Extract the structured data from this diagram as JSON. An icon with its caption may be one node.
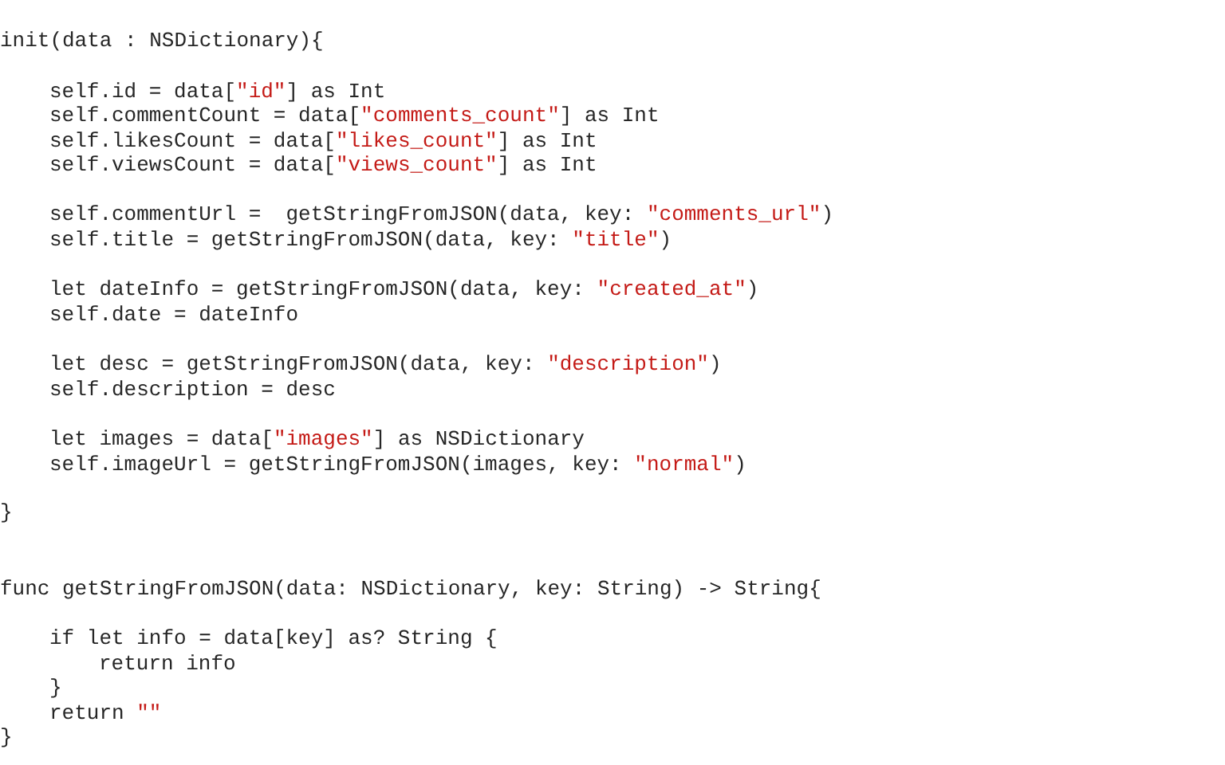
{
  "diagram": {
    "labels": [
      "init(data : NSDictionary){",
      "self.id = data[\"id\"] as Int",
      "self.commentCount = data[\"comments_count\"] as Int",
      "self.likesCount = data[\"likes_count\"] as Int",
      "self.viewsCount = data[\"views_count\"] as Int",
      "self.commentUrl =  getStringFromJSON(data, key: \"comments_url\")",
      "self.title = getStringFromJSON(data, key: \"title\")",
      "let dateInfo = getStringFromJSON(data, key: \"created_at\")",
      "self.date = dateInfo",
      "let desc = getStringFromJSON(data, key: \"description\")",
      "self.description = desc",
      "let images = data[\"images\"] as NSDictionary",
      "self.imageUrl = getStringFromJSON(images, key: \"normal\")",
      "}",
      "func getStringFromJSON(data: NSDictionary, key: String) -> String{",
      "if let info = data[key] as? String {",
      "return info",
      "}",
      "return \"\"",
      "}"
    ]
  }
}
